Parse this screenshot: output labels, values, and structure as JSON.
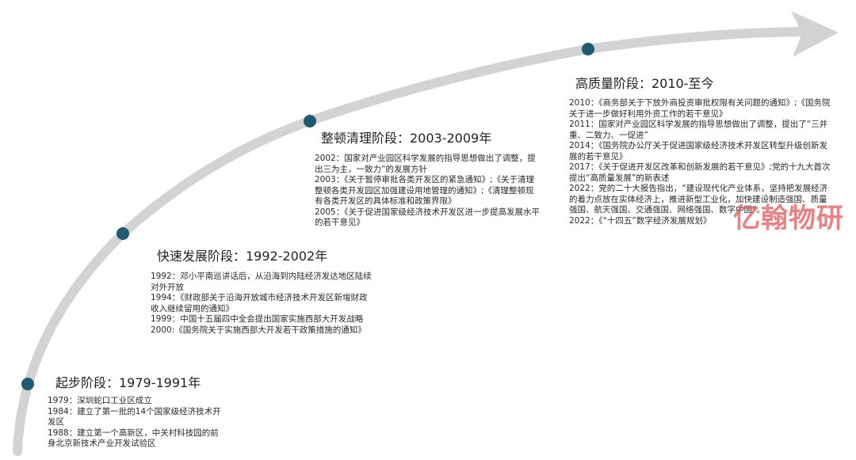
{
  "colors": {
    "arrow": "#d3d3d3",
    "dot": "#1f5a72",
    "watermark": "#e05a5a"
  },
  "stages": [
    {
      "title": "起步阶段：1979-1991年",
      "entries": [
        "1979：深圳蛇口工业区成立",
        "1984：建立了第一批的14个国家级经济技术开发区",
        "1988：建立第一个高新区，中关村科技园的前身北京新技术产业开发试验区"
      ]
    },
    {
      "title": "快速发展阶段：1992-2002年",
      "entries": [
        "1992：邓小平南巡讲话后，从沿海到内陆经济发达地区陆续对外开放",
        "1994：《财政部关于沿海开放城市经济技术开发区新增财政收入继续留用的通知》",
        "1999：中国十五届四中全会提出国家实施西部大开发战略",
        "2000:《国务院关于实施西部大开发若干政策措施的通知》"
      ]
    },
    {
      "title": "整顿清理阶段：2003-2009年",
      "entries": [
        "2002：国家对产业园区科学发展的指导思想做出了调整，提出三为主，一致力”的发展方针",
        "2003：《关于暂停审批各类开发区的紧急通知》;《关于清理整顿各类开发园区加强建设用地管理的通知》;《清理整顿现有各类开发区的具体标准和政策界限》",
        "2005：《关于促进国家级经济技术开发区进一步提高发展水平的若干意见》"
      ]
    },
    {
      "title": "高质量阶段：2010-至今",
      "entries": [
        "2010：《商务部关于下放外商投资审批权限有关问题的通知》;《国务院关于进一步做好利用外资工作的若干意见》",
        "2011：国家对产业园区科学发展的指导思想做出了调整，提出了“三并重、二致力、一促进”",
        "2014：《国务院办公厅关于促进国家级经济技术开发区转型升级创新发展的若干意见》",
        "2017：《关于促进开发区改革和创新发展的若干意见》;党的十九大首次提出“高质量发展”的新表述",
        "2022：党的二十大报告指出，“建设现代化产业体系，坚持把发展经济的着力点放在实体经济上，推进新型工业化，加快建设制造强国、质量强国、航天强国、交通强国、网络强国、数字中国”。",
        "2022：《“十四五”数字经济发展规划》"
      ]
    }
  ],
  "watermark": "亿翰物研"
}
